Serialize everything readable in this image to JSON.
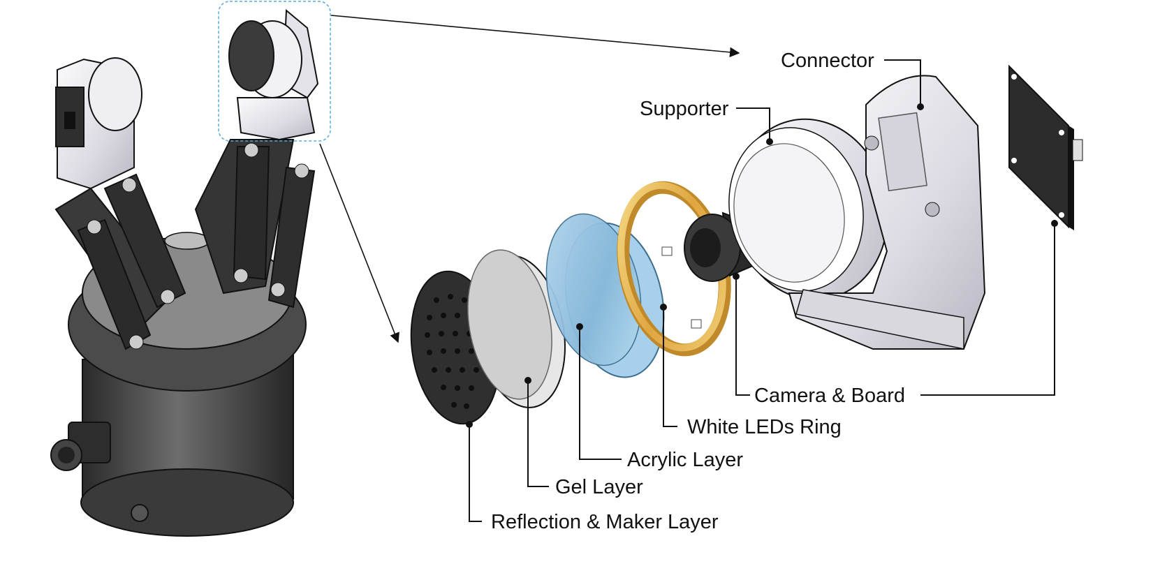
{
  "labels": {
    "connector": "Connector",
    "supporter": "Supporter",
    "camera_board": "Camera & Board",
    "white_leds_ring": "White LEDs Ring",
    "acrylic_layer": "Acrylic Layer",
    "gel_layer": "Gel Layer",
    "reflection_marker_layer": "Reflection & Maker Layer"
  },
  "colors": {
    "line": "#111111",
    "dark_part": "#3c3c3c",
    "light_part": "#e9e8ee",
    "acrylic": "#8fc0df",
    "led_ring": "#e9b651",
    "highlight_box": "#5aaad8"
  }
}
